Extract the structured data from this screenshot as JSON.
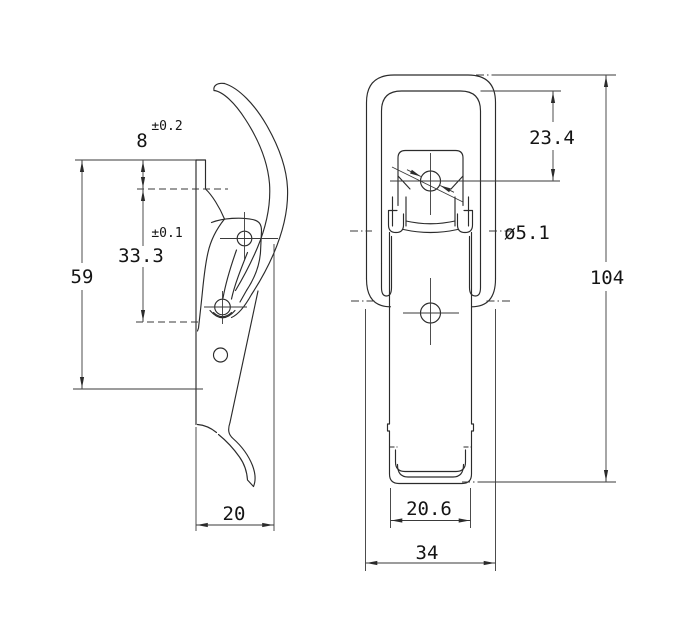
{
  "colors": {
    "background": "#ffffff",
    "line": "#2b2b2b",
    "text": "#141414"
  },
  "side_view": {
    "dims": {
      "top_tolerance": "±0.2",
      "top_height": "8",
      "mid_tolerance": "±0.1",
      "mid_height": "33.3",
      "overall_height": "59",
      "depth": "20"
    }
  },
  "front_view": {
    "dims": {
      "hole_offset": "23.4",
      "hole_diameter": "ø5.1",
      "overall_height": "104",
      "body_width": "20.6",
      "overall_width": "34"
    }
  }
}
